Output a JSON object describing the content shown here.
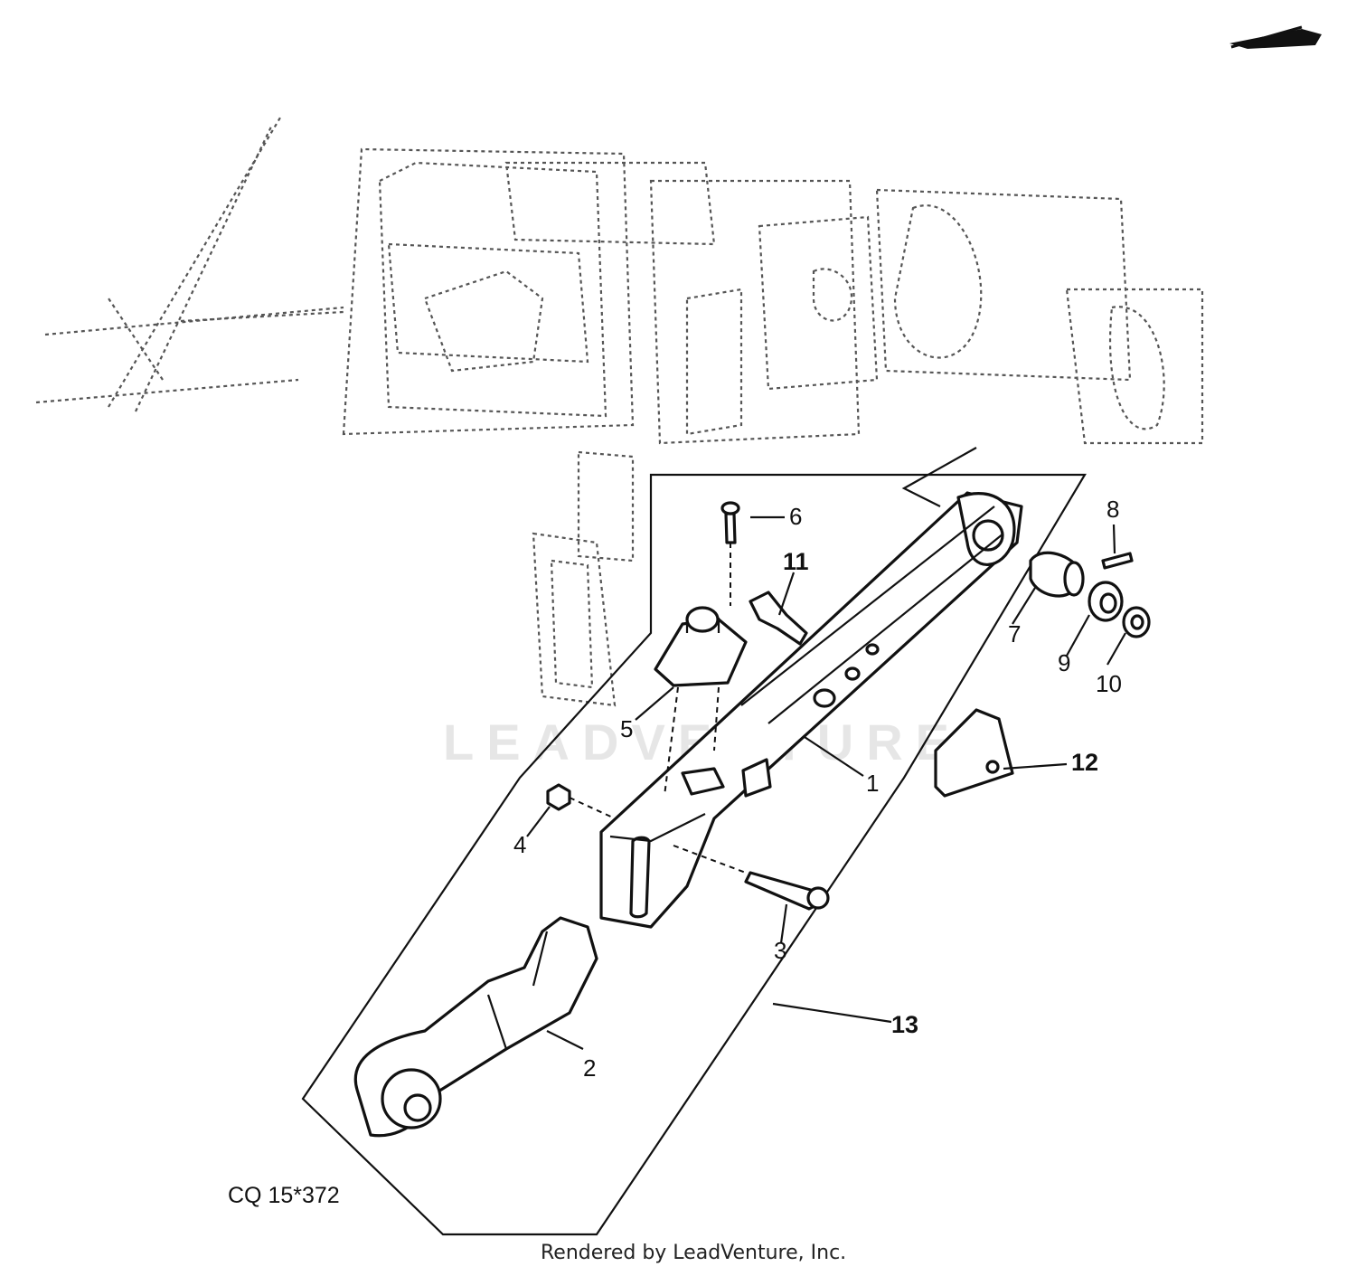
{
  "watermark": "LEADVENTURE",
  "figure_code": "CQ 15*372",
  "credit": "Rendered by LeadVenture, Inc.",
  "callouts": {
    "c1": "1",
    "c2": "2",
    "c3": "3",
    "c4": "4",
    "c5": "5",
    "c6": "6",
    "c7": "7",
    "c8": "8",
    "c9": "9",
    "c10": "10",
    "c11": "11",
    "c12": "12",
    "c13": "13"
  }
}
